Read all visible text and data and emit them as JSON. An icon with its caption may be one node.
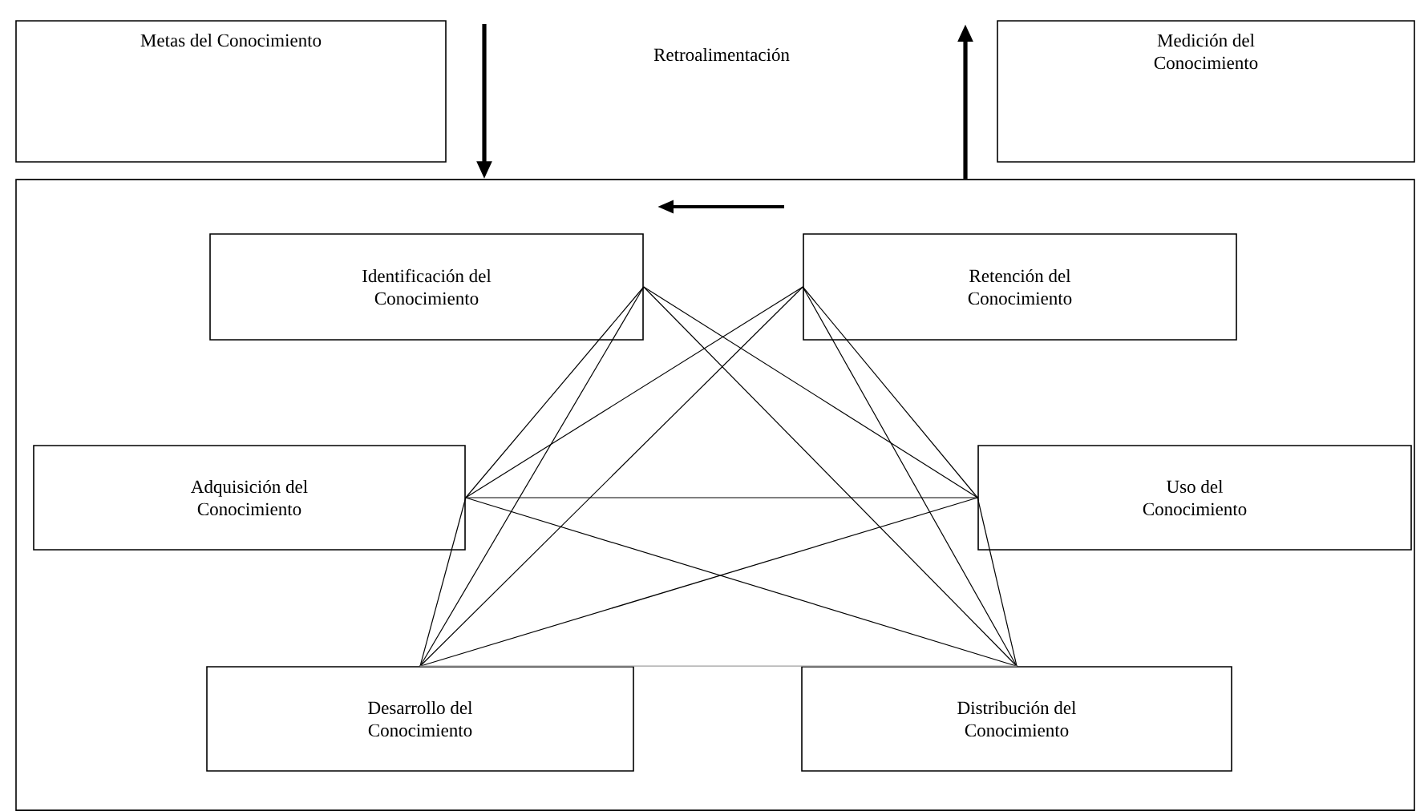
{
  "diagram": {
    "nodes": [
      {
        "text": [
          "Metas del Conocimiento"
        ]
      },
      {
        "text": [
          "Medición del Conocimiento"
        ]
      },
      {
        "text": [],
        "shape": "box"
      },
      {
        "text": [
          "Identificación del Conocimiento"
        ],
        "in": 2
      },
      {
        "text": [
          "Retención del Conocimiento"
        ],
        "in": 2
      },
      {
        "text": [
          "Adquisición del Conocimiento"
        ],
        "in": 2
      },
      {
        "text": [
          "Uso del Conocimiento"
        ],
        "in": 2
      },
      {
        "text": [
          "Desarrollo del Conocimiento"
        ],
        "in": 2
      },
      {
        "text": [
          "Distribución del Conocimiento"
        ],
        "in": 2
      }
    ],
    "edges": [
      {
        "from": null,
        "to": 2,
        "arrow": "to",
        "style": "thick"
      },
      {
        "from": 2,
        "to": null,
        "arrow": "to",
        "style": "thick"
      },
      {
        "from": 3,
        "to": 5,
        "arrow": "none"
      },
      {
        "from": 3,
        "to": 6,
        "arrow": "none"
      },
      {
        "from": 3,
        "to": 7,
        "arrow": "none"
      },
      {
        "from": 3,
        "to": 8,
        "arrow": "none"
      },
      {
        "from": 4,
        "to": 5,
        "arrow": "none"
      },
      {
        "from": 4,
        "to": 6,
        "arrow": "none"
      },
      {
        "from": 4,
        "to": 7,
        "arrow": "none"
      },
      {
        "from": 4,
        "to": 8,
        "arrow": "none"
      },
      {
        "from": 5,
        "to": 6,
        "arrow": "none"
      },
      {
        "from": 5,
        "to": 7,
        "arrow": "none"
      },
      {
        "from": 5,
        "to": 8,
        "arrow": "none"
      },
      {
        "from": 6,
        "to": 7,
        "arrow": "none"
      },
      {
        "from": 6,
        "to": 8,
        "arrow": "none"
      },
      {
        "from": 7,
        "to": 8,
        "arrow": "none",
        "color": "#a0a0a0"
      }
    ],
    "labels": [
      "Retroalimentación"
    ]
  }
}
